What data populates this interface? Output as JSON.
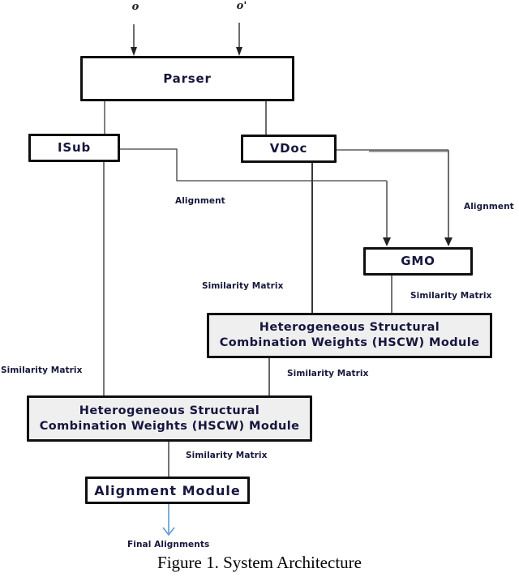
{
  "figure": {
    "inputs": {
      "left": "o",
      "right": "o'"
    },
    "nodes": {
      "parser": {
        "label": "Parser"
      },
      "isub": {
        "label": "ISub"
      },
      "vdoc": {
        "label": "VDoc"
      },
      "gmo": {
        "label": "GMO"
      },
      "hscw_top": {
        "line1": "Heterogeneous Structural",
        "line2": "Combination Weights (HSCW) Module"
      },
      "hscw_bottom": {
        "line1": "Heterogeneous Structural",
        "line2": "Combination Weights (HSCW) Module"
      },
      "alignment_module": {
        "label": "Alignment Module"
      }
    },
    "edge_labels": {
      "alignment_left": "Alignment",
      "alignment_right": "Alignment",
      "similarity_upper_mid": "Similarity Matrix",
      "similarity_below_gmo": "Similarity Matrix",
      "similarity_far_left": "Similarity Matrix",
      "similarity_mid": "Similarity Matrix",
      "similarity_bottom": "Similarity Matrix",
      "final_alignments": "Final Alignments"
    },
    "caption": "Figure 1. System Architecture",
    "colors": {
      "box_border": "#0f0f0f",
      "hscw_fill": "#efefef",
      "label_text": "#17173d",
      "connector": "#555555",
      "final_arrow_blue": "#5b9bd5"
    }
  }
}
